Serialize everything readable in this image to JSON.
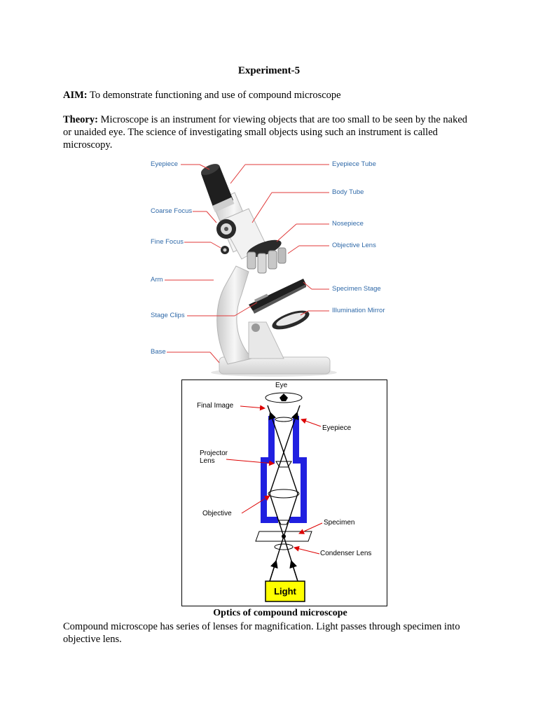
{
  "document": {
    "title": "Experiment-5",
    "aim": {
      "label": "AIM:",
      "text": " To demonstrate functioning and use of compound microscope"
    },
    "theory": {
      "label": "Theory:",
      "text": " Microscope is an instrument for viewing objects that are too small to be seen by the naked or unaided eye. The science of investigating small objects using such an instrument is called microscopy."
    },
    "caption": "Optics of compound microscope",
    "closing": "Compound microscope has series of lenses for magnification. Light passes through specimen into objective lens."
  },
  "microscope_figure": {
    "left_labels": [
      "Eyepiece",
      "Coarse Focus",
      "Fine Focus",
      "Arm",
      "Stage Clips",
      "Base"
    ],
    "right_labels": [
      "Eyepiece Tube",
      "Body Tube",
      "Nosepiece",
      "Objective Lens",
      "Specimen Stage",
      "Illumination Mirror"
    ],
    "label_color": "#2f69a8",
    "leader_color": "#e03a3a"
  },
  "optics_figure": {
    "labels": {
      "eye": "Eye",
      "final_image": "Final Image",
      "eyepiece": "Eyepiece",
      "projector_lens_1": "Projector",
      "projector_lens_2": "Lens",
      "objective": "Objective",
      "specimen": "Specimen",
      "condenser": "Condenser Lens",
      "light": "Light"
    },
    "tube_color": "#2020e0",
    "light_color": "#ffff00",
    "arrow_color": "#dd0000"
  }
}
